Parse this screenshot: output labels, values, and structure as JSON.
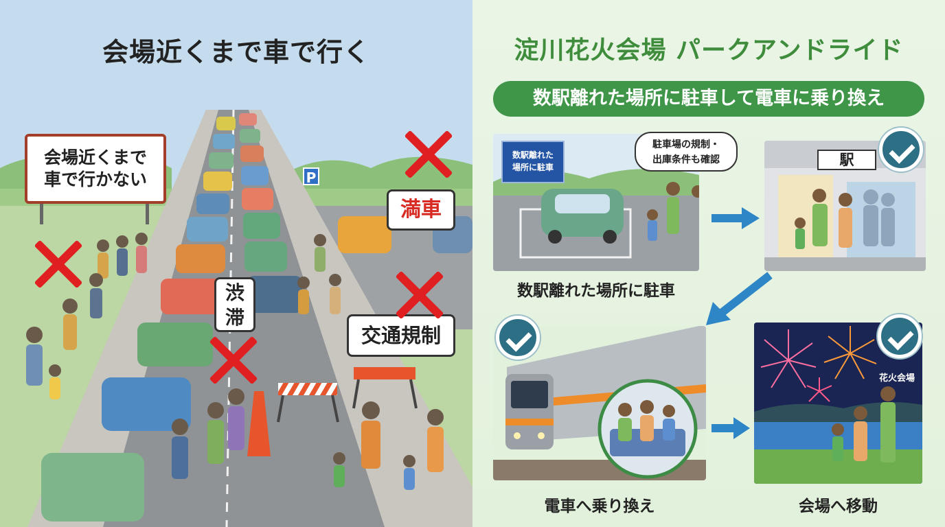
{
  "left": {
    "title": "会場近くまで車で行く",
    "sign_board_line1": "会場近くまで",
    "sign_board_line2": "車で行かない",
    "bubble_full": "満車",
    "bubble_jam_line1": "渋",
    "bubble_jam_line2": "滞",
    "bubble_regulation": "交通規制",
    "parking_sign": "P"
  },
  "right": {
    "title": "淀川花火会場 パークアンドライド",
    "subtitle": "数駅離れた場所に駐車して電車に乗り換え",
    "step1": {
      "sign_line1": "数駅離れた",
      "sign_line2": "場所に駐車",
      "speech_line1": "駐車場の規制・",
      "speech_line2": "出庫条件も確認",
      "caption": "数駅離れた場所に駐車"
    },
    "step2": {
      "station_sign": "駅"
    },
    "step3": {
      "caption": "電車へ乗り換え"
    },
    "step4": {
      "venue_label": "花火会場",
      "caption": "会場へ移動"
    }
  },
  "colors": {
    "left_sky": "#c4dced",
    "right_bg": "#eaf5e6",
    "title_green": "#3f8d3c",
    "subtitle_green": "#3f9648",
    "x_red": "#e02020",
    "check_teal": "#2d6f85",
    "arrow_blue": "#2f86c6"
  }
}
